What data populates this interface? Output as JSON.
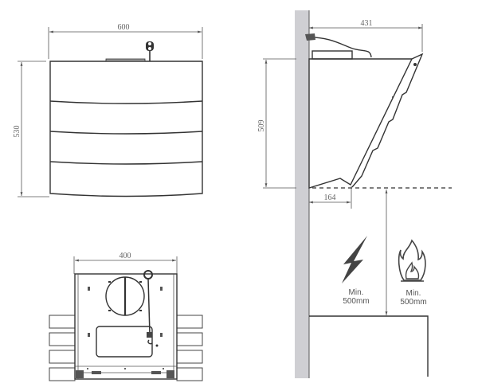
{
  "front_view": {
    "width_label": "600",
    "height_label": "530"
  },
  "side_view": {
    "depth_label": "431",
    "height_label": "509",
    "bottom_depth_label": "164"
  },
  "bottom_view": {
    "width_label": "400"
  },
  "clearance": {
    "electric": {
      "icon": "lightning-icon",
      "line1": "Min.",
      "line2": "500mm"
    },
    "gas": {
      "icon": "flame-icon",
      "line1": "Min.",
      "line2": "500mm"
    }
  },
  "colors": {
    "line": "#333333",
    "wall": "#cfcfd3",
    "dimension": "#666666"
  }
}
